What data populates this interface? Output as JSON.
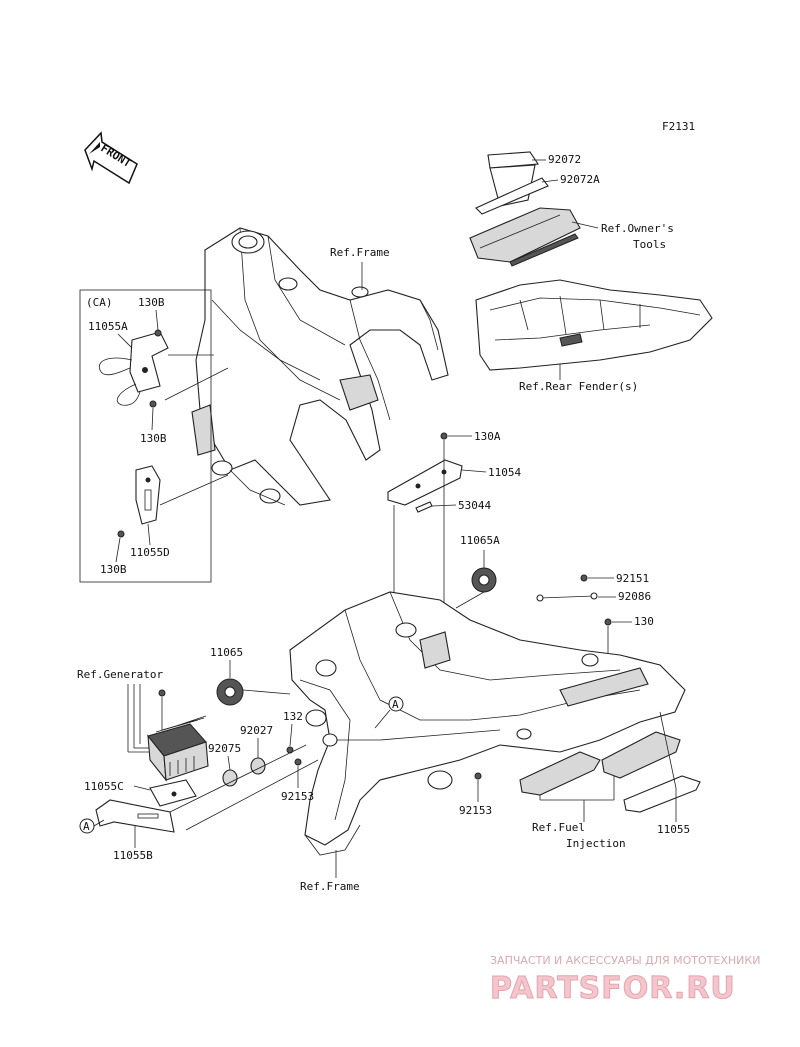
{
  "figure_id": "F2131",
  "front_arrow": "FRONT",
  "labels": {
    "ca_note": "(CA)",
    "p130B_top": "130B",
    "p11055A": "11055A",
    "p130B_mid": "130B",
    "p11055D": "11055D",
    "p130B_bot": "130B",
    "ref_frame_top": "Ref.Frame",
    "p92072": "92072",
    "p92072A": "92072A",
    "ref_owners_1": "Ref.Owner's",
    "ref_owners_2": "Tools",
    "ref_rear_fender": "Ref.Rear Fender(s)",
    "p130A": "130A",
    "p11054": "11054",
    "p53044": "53044",
    "p11065A": "11065A",
    "p92151": "92151",
    "p92086": "92086",
    "p130": "130",
    "p11065": "11065",
    "ref_generator": "Ref.Generator",
    "p132": "132",
    "p92027": "92027",
    "p92075": "92075",
    "p92153_left": "92153",
    "p92153_right": "92153",
    "p11055C": "11055C",
    "p11055B": "11055B",
    "marker_a_left": "A",
    "marker_a_right": "A",
    "ref_fuel_1": "Ref.Fuel",
    "ref_fuel_2": "Injection",
    "p11055": "11055",
    "ref_frame_bottom": "Ref.Frame"
  },
  "watermark": {
    "tagline": "ЗАПЧАСТИ И АКСЕССУАРЫ ДЛЯ МОТОТЕХНИКИ",
    "brand": "PARTSFOR.RU"
  }
}
